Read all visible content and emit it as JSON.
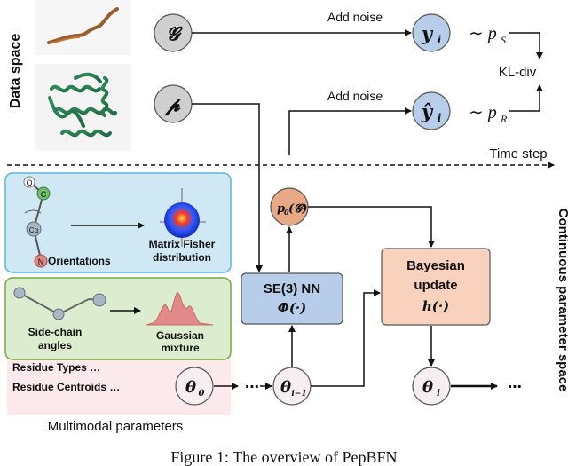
{
  "sections": {
    "data_space": "Data space",
    "continuous_space": "Continuous parameter space",
    "time_step": "Time step"
  },
  "nodes": {
    "g": "𝓖",
    "p": "𝓹",
    "y": "y",
    "y_sub": "i",
    "y_hat": "ŷ",
    "y_hat_sub": "i",
    "p0": "p",
    "p0_sub": "0",
    "p0_arg": "(𝓖)",
    "theta0": "θ",
    "theta0_sub": "0",
    "theta_prev": "θ",
    "theta_prev_sub": "i−1",
    "theta_i": "θ",
    "theta_i_sub": "i"
  },
  "dists": {
    "ps": "∼ p",
    "ps_sub": "S",
    "pr": "∼ p",
    "pr_sub": "R",
    "kl": "KL-div"
  },
  "arrows": {
    "noise1": "Add noise",
    "noise2": "Add noise"
  },
  "boxes": {
    "se3_title": "SE(3) NN",
    "se3_func": "Φ(·)",
    "bayes_title1": "Bayesian",
    "bayes_title2": "update",
    "bayes_func": "h(·)"
  },
  "panels": {
    "orient_label": "Orientations",
    "fisher_label1": "Matrix Fisher",
    "fisher_label2": "distribution",
    "sidechain_label1": "Side-chain",
    "sidechain_label2": "angles",
    "gauss_label1": "Gaussian",
    "gauss_label2": "mixture",
    "atom_o": "O",
    "atom_c": "C",
    "atom_ca": "Cα",
    "atom_n": "N",
    "res_types": "Residue Types …",
    "res_centroids": "Residue Centroids …",
    "multimodal": "Multimodal parameters"
  },
  "chain": {
    "dots1": "⋯",
    "dots2": "⋯"
  },
  "caption": "Figure 1: The overview of PepBFN"
}
